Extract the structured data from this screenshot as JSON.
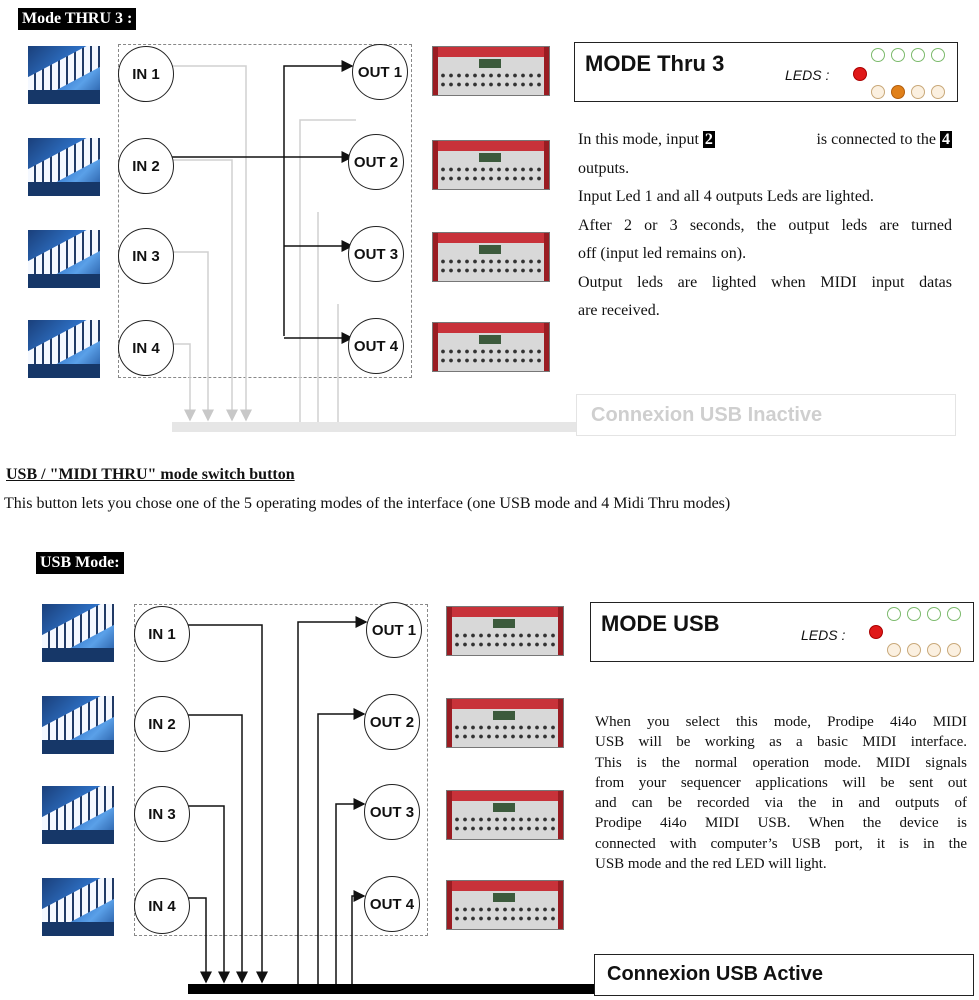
{
  "section1": {
    "label": "Mode THRU 3 :",
    "inputs": [
      "IN 1",
      "IN 2",
      "IN 3",
      "IN 4"
    ],
    "outputs": [
      "OUT 1",
      "OUT 2",
      "OUT 3",
      "OUT 4"
    ],
    "mode_title": "MODE Thru 3",
    "leds_label": "LEDS :",
    "led_top_colors": [
      "#c8e6c0",
      "#c8e6c0",
      "#c8e6c0",
      "#c8e6c0"
    ],
    "led_bottom_colors": [
      "#f3dcc0",
      "#e58a1f",
      "#f3dcc0",
      "#f3dcc0"
    ],
    "red_led_color": "#e01818",
    "desc": {
      "p1_a": "In this mode, input ",
      "p1_in": "2",
      "p1_b": " is connected to the ",
      "p1_out": "4",
      "p1_c": "outputs.",
      "p2": "Input Led 1 and all 4 outputs Leds are lighted.",
      "p3_a": "After 2 or 3 seconds, the output leds are turned",
      "p3_b": "off (input led remains on).",
      "p4_a": "Output leds are lighted when MIDI input datas",
      "p4_b": "are received."
    },
    "usb_status": "Connexion USB Inactive"
  },
  "switch_section": {
    "heading": "USB / \"MIDI THRU\" mode switch button",
    "body": "This button lets you chose one of the 5 operating modes of the interface (one USB mode and 4 Midi Thru modes)"
  },
  "section2": {
    "label": "USB Mode:",
    "inputs": [
      "IN 1",
      "IN 2",
      "IN 3",
      "IN 4"
    ],
    "outputs": [
      "OUT 1",
      "OUT 2",
      "OUT 3",
      "OUT 4"
    ],
    "mode_title": "MODE USB",
    "leds_label": "LEDS :",
    "led_top_colors": [
      "#c8e6c0",
      "#c8e6c0",
      "#c8e6c0",
      "#c8e6c0"
    ],
    "led_bottom_colors": [
      "#f3dcc0",
      "#f3dcc0",
      "#f3dcc0",
      "#f3dcc0"
    ],
    "red_led_color": "#e01818",
    "desc_lines": [
      "When you select this mode, Prodipe 4i4o MIDI",
      "USB will be working as a basic MIDI interface.",
      "This is the normal operation mode. MIDI signals",
      "from your sequencer applications will be sent out",
      "and can be recorded via the in and outputs of",
      "Prodipe 4i4o MIDI USB. When the device is",
      "connected with computer’s USB port, it is in the",
      "USB mode and the red LED will light."
    ],
    "usb_status": "Connexion USB Active"
  }
}
